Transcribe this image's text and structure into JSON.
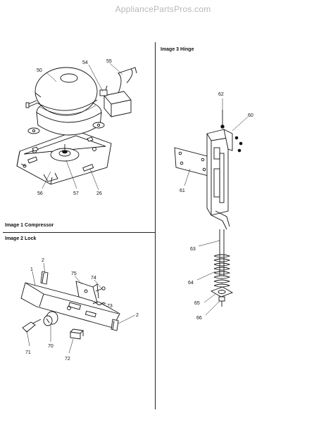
{
  "watermark": "AppliancePartsPros.com",
  "images": [
    {
      "label": "Image 1 Compressor",
      "parts": [
        "50",
        "54",
        "55",
        "56",
        "57",
        "26"
      ]
    },
    {
      "label": "Image 2 Lock",
      "parts": [
        "1",
        "2",
        "75",
        "74",
        "73",
        "2",
        "70",
        "71",
        "72"
      ]
    },
    {
      "label": "Image 3 Hinge",
      "parts": [
        "62",
        "60",
        "61",
        "63",
        "64",
        "65",
        "66"
      ]
    }
  ]
}
